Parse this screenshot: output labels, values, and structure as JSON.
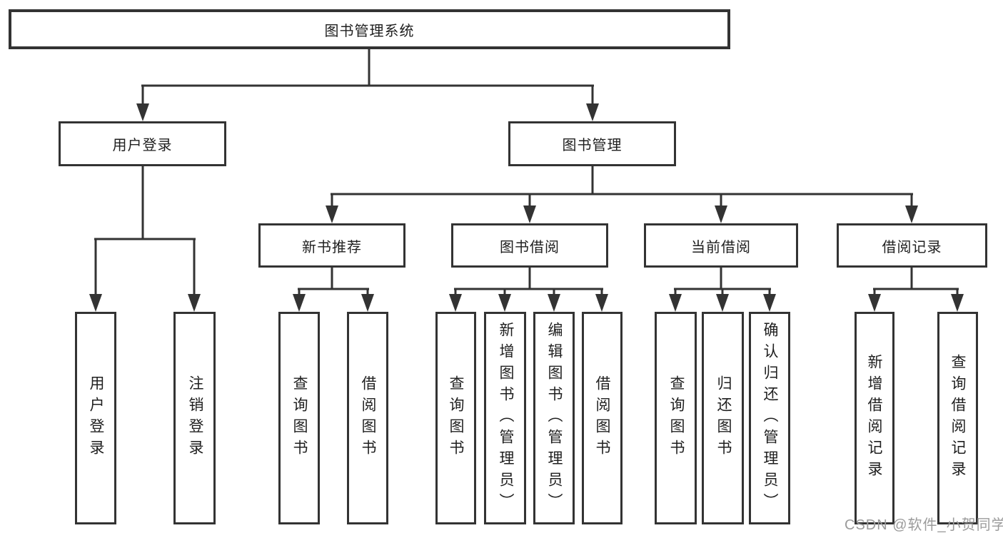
{
  "diagram": {
    "colors": {
      "line": "#333333",
      "text": "#1f1f1f",
      "box_background": "#ffffff",
      "watermark": "#9b9b9b"
    },
    "root": {
      "label": "图书管理系统"
    },
    "level2": [
      {
        "label": "用户登录"
      },
      {
        "label": "图书管理"
      }
    ],
    "level3": [
      {
        "label": "新书推荐",
        "parent": "图书管理"
      },
      {
        "label": "图书借阅",
        "parent": "图书管理"
      },
      {
        "label": "当前借阅",
        "parent": "图书管理"
      },
      {
        "label": "借阅记录",
        "parent": "图书管理"
      }
    ],
    "leaves": [
      {
        "label": "用户登录",
        "parent": "用户登录"
      },
      {
        "label": "注销登录",
        "parent": "用户登录"
      },
      {
        "label": "查询图书",
        "parent": "新书推荐"
      },
      {
        "label": "借阅图书",
        "parent": "新书推荐"
      },
      {
        "label": "查询图书",
        "parent": "图书借阅"
      },
      {
        "label": "新增图书（管理员）",
        "parent": "图书借阅"
      },
      {
        "label": "编辑图书（管理员）",
        "parent": "图书借阅"
      },
      {
        "label": "借阅图书",
        "parent": "图书借阅"
      },
      {
        "label": "查询图书",
        "parent": "当前借阅"
      },
      {
        "label": "归还图书",
        "parent": "当前借阅"
      },
      {
        "label": "确认归还（管理员）",
        "parent": "当前借阅"
      },
      {
        "label": "新增借阅记录",
        "parent": "借阅记录"
      },
      {
        "label": "查询借阅记录",
        "parent": "借阅记录"
      }
    ],
    "watermark": "CSDN @软件_小贺同学"
  }
}
